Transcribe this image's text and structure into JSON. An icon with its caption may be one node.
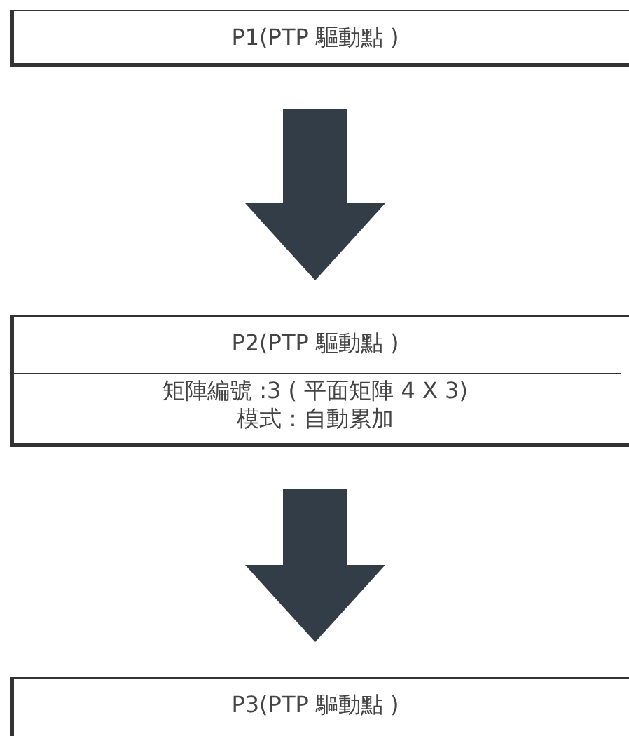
{
  "diagram": {
    "nodes": [
      {
        "text": [
          "P1(PTP 驅動點 )"
        ]
      },
      {
        "text": [
          "P2(PTP 驅動點 )",
          "矩陣編號 :3 ( 平面矩陣 4 X 3)",
          "模式：自動累加"
        ]
      },
      {
        "text": [
          "P3(PTP 驅動點 )"
        ]
      }
    ],
    "edges": [
      {
        "from": 0,
        "to": 1,
        "arrow": "to"
      },
      {
        "from": 1,
        "to": 2,
        "arrow": "to"
      }
    ]
  }
}
